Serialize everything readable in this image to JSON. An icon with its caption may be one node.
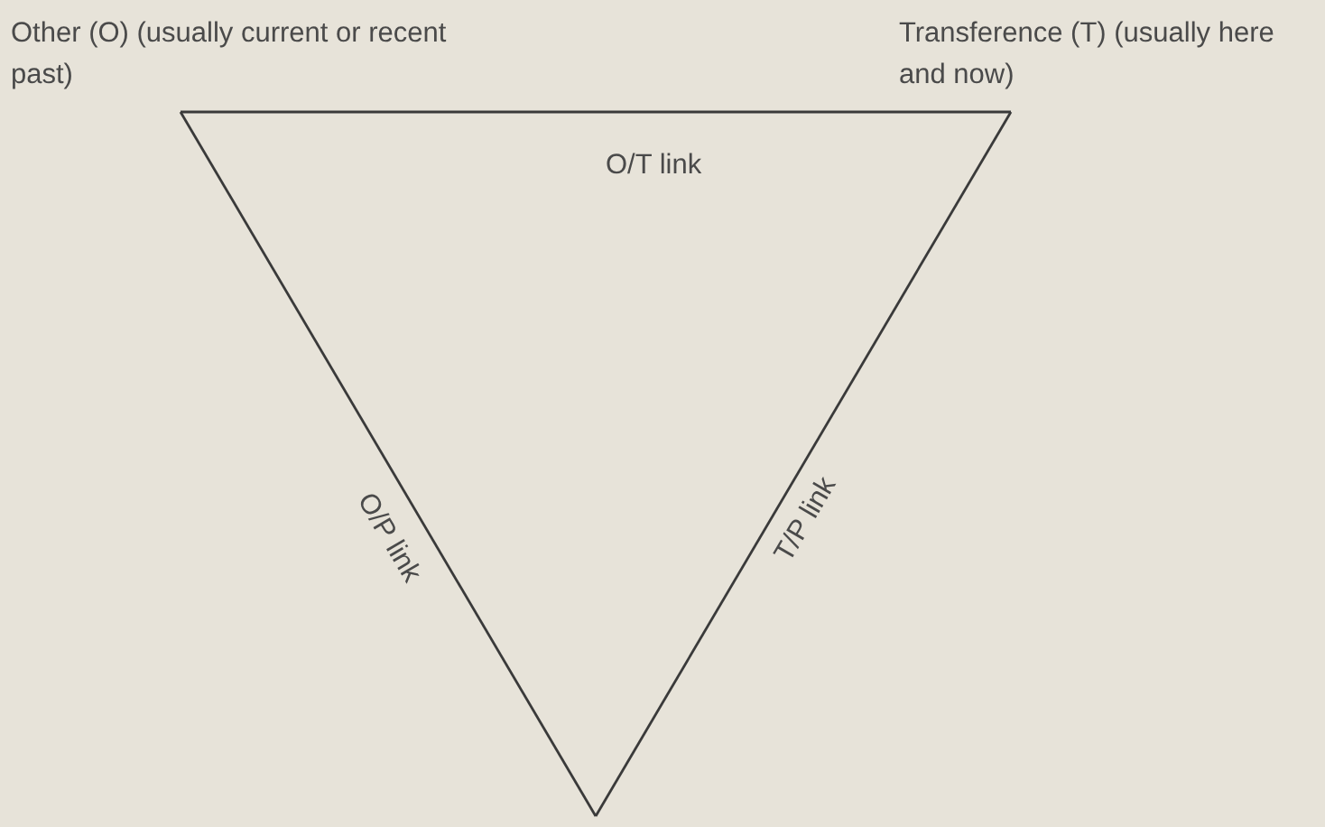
{
  "diagram": {
    "nodes": [
      {
        "text": [
          "Other (O) (usually current or recent past)"
        ]
      },
      {
        "text": [
          "Transference (T) (usually here and now)"
        ]
      }
    ],
    "edges": [
      {
        "from": 0,
        "to": 1,
        "arrow": "none",
        "label": "O/T link"
      },
      {
        "from": 0,
        "to": null,
        "arrow": "none",
        "label": "O/P link"
      },
      {
        "from": 1,
        "to": null,
        "arrow": "none",
        "label": "T/P link"
      }
    ]
  }
}
